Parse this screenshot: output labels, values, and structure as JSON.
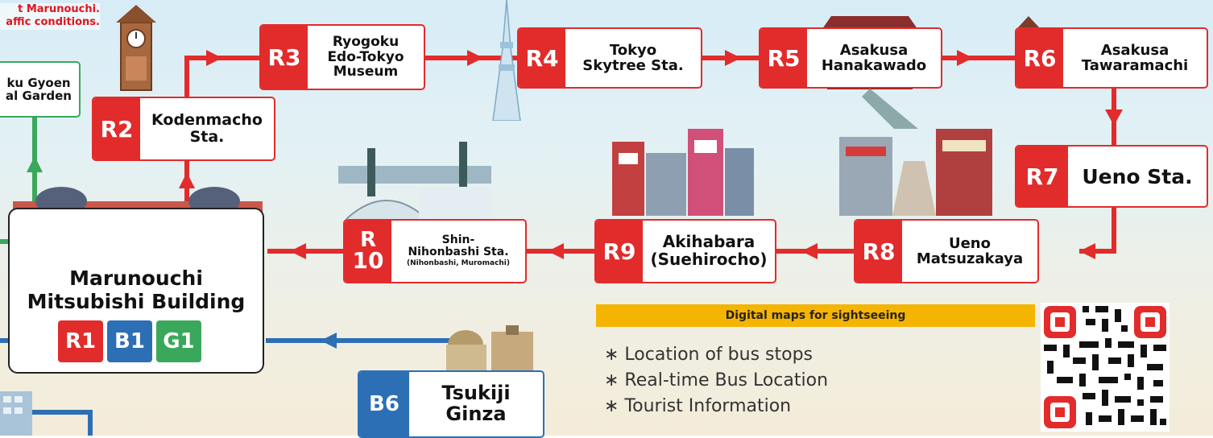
{
  "notice": {
    "line1": "t Marunouchi.",
    "line2": "affic conditions."
  },
  "stops": {
    "shinjuku_gyoen": {
      "line1": "ku Gyoen",
      "line2": "al Garden"
    },
    "r2": {
      "code": "R2",
      "line1": "Kodenmacho",
      "line2": "Sta."
    },
    "r3": {
      "code": "R3",
      "line1": "Ryogoku",
      "line2": "Edo-Tokyo",
      "line3": "Museum"
    },
    "r4": {
      "code": "R4",
      "line1": "Tokyo",
      "line2": "Skytree Sta."
    },
    "r5": {
      "code": "R5",
      "line1": "Asakusa",
      "line2": "Hanakawado"
    },
    "r6": {
      "code": "R6",
      "line1": "Asakusa",
      "line2": "Tawaramachi"
    },
    "r7": {
      "code": "R7",
      "line1": "Ueno Sta."
    },
    "r8": {
      "code": "R8",
      "line1": "Ueno",
      "line2": "Matsuzakaya"
    },
    "r9": {
      "code": "R9",
      "line1": "Akihabara",
      "line2": "(Suehirocho)"
    },
    "r10": {
      "code_top": "R",
      "code_bottom": "10",
      "line1": "Shin-",
      "line2": "Nihonbashi Sta.",
      "line3": "(Nihonbashi, Muromachi)"
    },
    "b6": {
      "code": "B6",
      "line1": "Tsukiji",
      "line2": "Ginza"
    }
  },
  "hub": {
    "line1": "Marunouchi",
    "line2": "Mitsubishi Building",
    "badges": [
      {
        "code": "R1",
        "color": "#e22b2b"
      },
      {
        "code": "B1",
        "color": "#2c6fb5"
      },
      {
        "code": "G1",
        "color": "#3aa85a"
      }
    ]
  },
  "digital": {
    "title": "Digital maps for sightseeing",
    "items": [
      "∗ Location of bus stops",
      "∗ Real-time Bus Location",
      "∗ Tourist Information"
    ]
  },
  "route_colors": {
    "red": "#e22b2b",
    "blue": "#2c6fb5",
    "green": "#3aa85a"
  },
  "icons": [
    "clock-tower-icon",
    "skytree-icon",
    "kaminarimon-gate-icon",
    "tokyo-station-icon",
    "nihonbashi-bridge-icon",
    "akihabara-buildings-icon",
    "ueno-street-icon",
    "tsukiji-temple-icon",
    "qr-code-icon"
  ]
}
